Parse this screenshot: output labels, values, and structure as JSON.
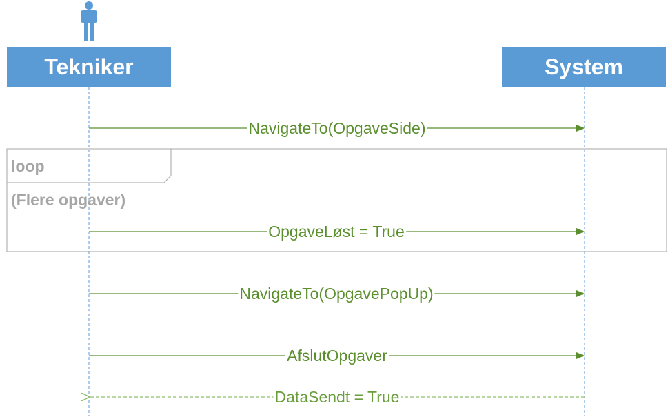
{
  "participants": {
    "left": {
      "name": "Tekniker",
      "icon": "person-icon"
    },
    "right": {
      "name": "System"
    }
  },
  "loop": {
    "keyword": "loop",
    "guard": "(Flere opgaver)"
  },
  "messages": [
    {
      "label": "NavigateTo(OpgaveSide)",
      "direction": "right",
      "style": "solid"
    },
    {
      "label": "OpgaveLøst = True",
      "direction": "right",
      "style": "solid"
    },
    {
      "label": "NavigateTo(OpgavePopUp)",
      "direction": "right",
      "style": "solid"
    },
    {
      "label": "AfslutOpgaver",
      "direction": "right",
      "style": "solid"
    },
    {
      "label": "DataSendt = True",
      "direction": "left",
      "style": "dashed"
    }
  ],
  "colors": {
    "actor_fill": "#5b9bd5",
    "message": "#5b8f2e",
    "return_message": "#8fbf6a",
    "frame": "#a6a6a6",
    "lifeline": "#5b9bd5"
  }
}
